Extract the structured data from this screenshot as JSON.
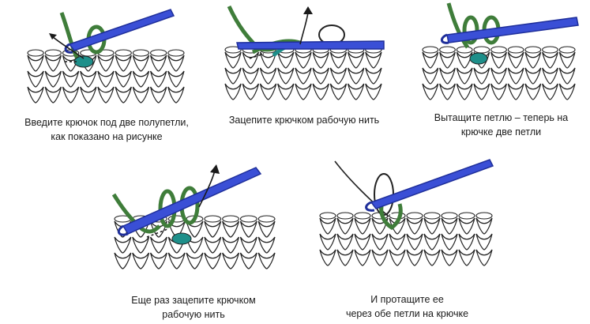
{
  "colors": {
    "hook": "#3a4fd6",
    "hook_dark": "#1f2f9a",
    "yarn_green": "#3f7d3a",
    "yarn_teal": "#1e8f8a",
    "stitch_outline": "#222222",
    "arrow": "#1a1a1a"
  },
  "steps": [
    {
      "caption_lines": [
        "Введите крючок под две полупетли,",
        "как показано на рисунке"
      ]
    },
    {
      "caption_lines": [
        "Зацепите крючком рабочую нить"
      ]
    },
    {
      "caption_lines": [
        "Вытащите петлю – теперь на",
        "крючке две петли"
      ]
    },
    {
      "caption_lines": [
        "Еще раз зацепите крючком",
        "рабочую нить"
      ]
    },
    {
      "caption_lines": [
        "И протащите ее",
        "через обе петли на крючке"
      ]
    }
  ]
}
